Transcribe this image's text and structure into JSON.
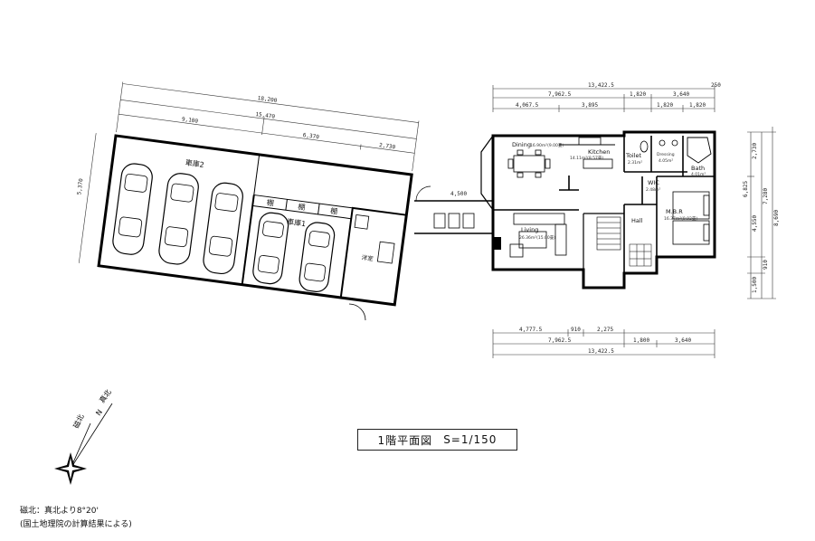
{
  "title": {
    "plan_name": "1階平面図",
    "scale": "S=1/150"
  },
  "compass": {
    "true_north": "真北",
    "n": "N",
    "magnetic_north": "磁北"
  },
  "notes": {
    "line1": "磁北：真北より8°20'",
    "line2": "(国土地理院の計算結果による)"
  },
  "dimensions": {
    "garage_top_total": "18,200",
    "garage_top_mid": "15,470",
    "garage_top_left": "9,100",
    "garage_top_right": "6,370",
    "garage_top_end": "2,730",
    "garage_side": "5,370",
    "connector": "4,500",
    "house_top_total": "13,422.5",
    "house_top_a": "7,962.5",
    "house_top_b": "1,820",
    "house_top_c": "3,640",
    "house_top_d": "250",
    "house_sub_a": "4,067.5",
    "house_sub_b": "3,895",
    "house_sub_c": "1,820",
    "house_sub_d": "1,820",
    "house_bottom_a": "4,777.5",
    "house_bottom_b": "910",
    "house_bottom_c": "2,275",
    "house_bottom2_a": "7,962.5",
    "house_bottom2_b": "1,800",
    "house_bottom2_c": "3,640",
    "house_bottom_total": "13,422.5",
    "right_a": "2,730",
    "right_b": "6,825",
    "right_c": "7,280",
    "right_d": "8,690",
    "right_e": "4,550",
    "right_f": "910",
    "right_g": "1,500"
  },
  "rooms": {
    "garage2": "車庫2",
    "garage1": "車庫1",
    "shelf": "棚",
    "western": "洋室",
    "dining": "Dining",
    "dining_area": "16.90m²(9.00畳)",
    "kitchen": "Kitchen",
    "kitchen_area": "14.11m²(8.57畳)",
    "toilet": "Toilet",
    "toilet_area": "2.31m²",
    "dressing": "Dressing",
    "dressing_area": "4.05m²",
    "bath": "Bath",
    "bath_area": "4.01m²",
    "wic": "WIC",
    "wic_area": "2.48m²",
    "living": "Living",
    "living_area": "26.36m²(15.00畳)",
    "hall": "Hall",
    "mbr": "M.B.R",
    "mbr_area": "16.37m²(9.92畳)"
  }
}
